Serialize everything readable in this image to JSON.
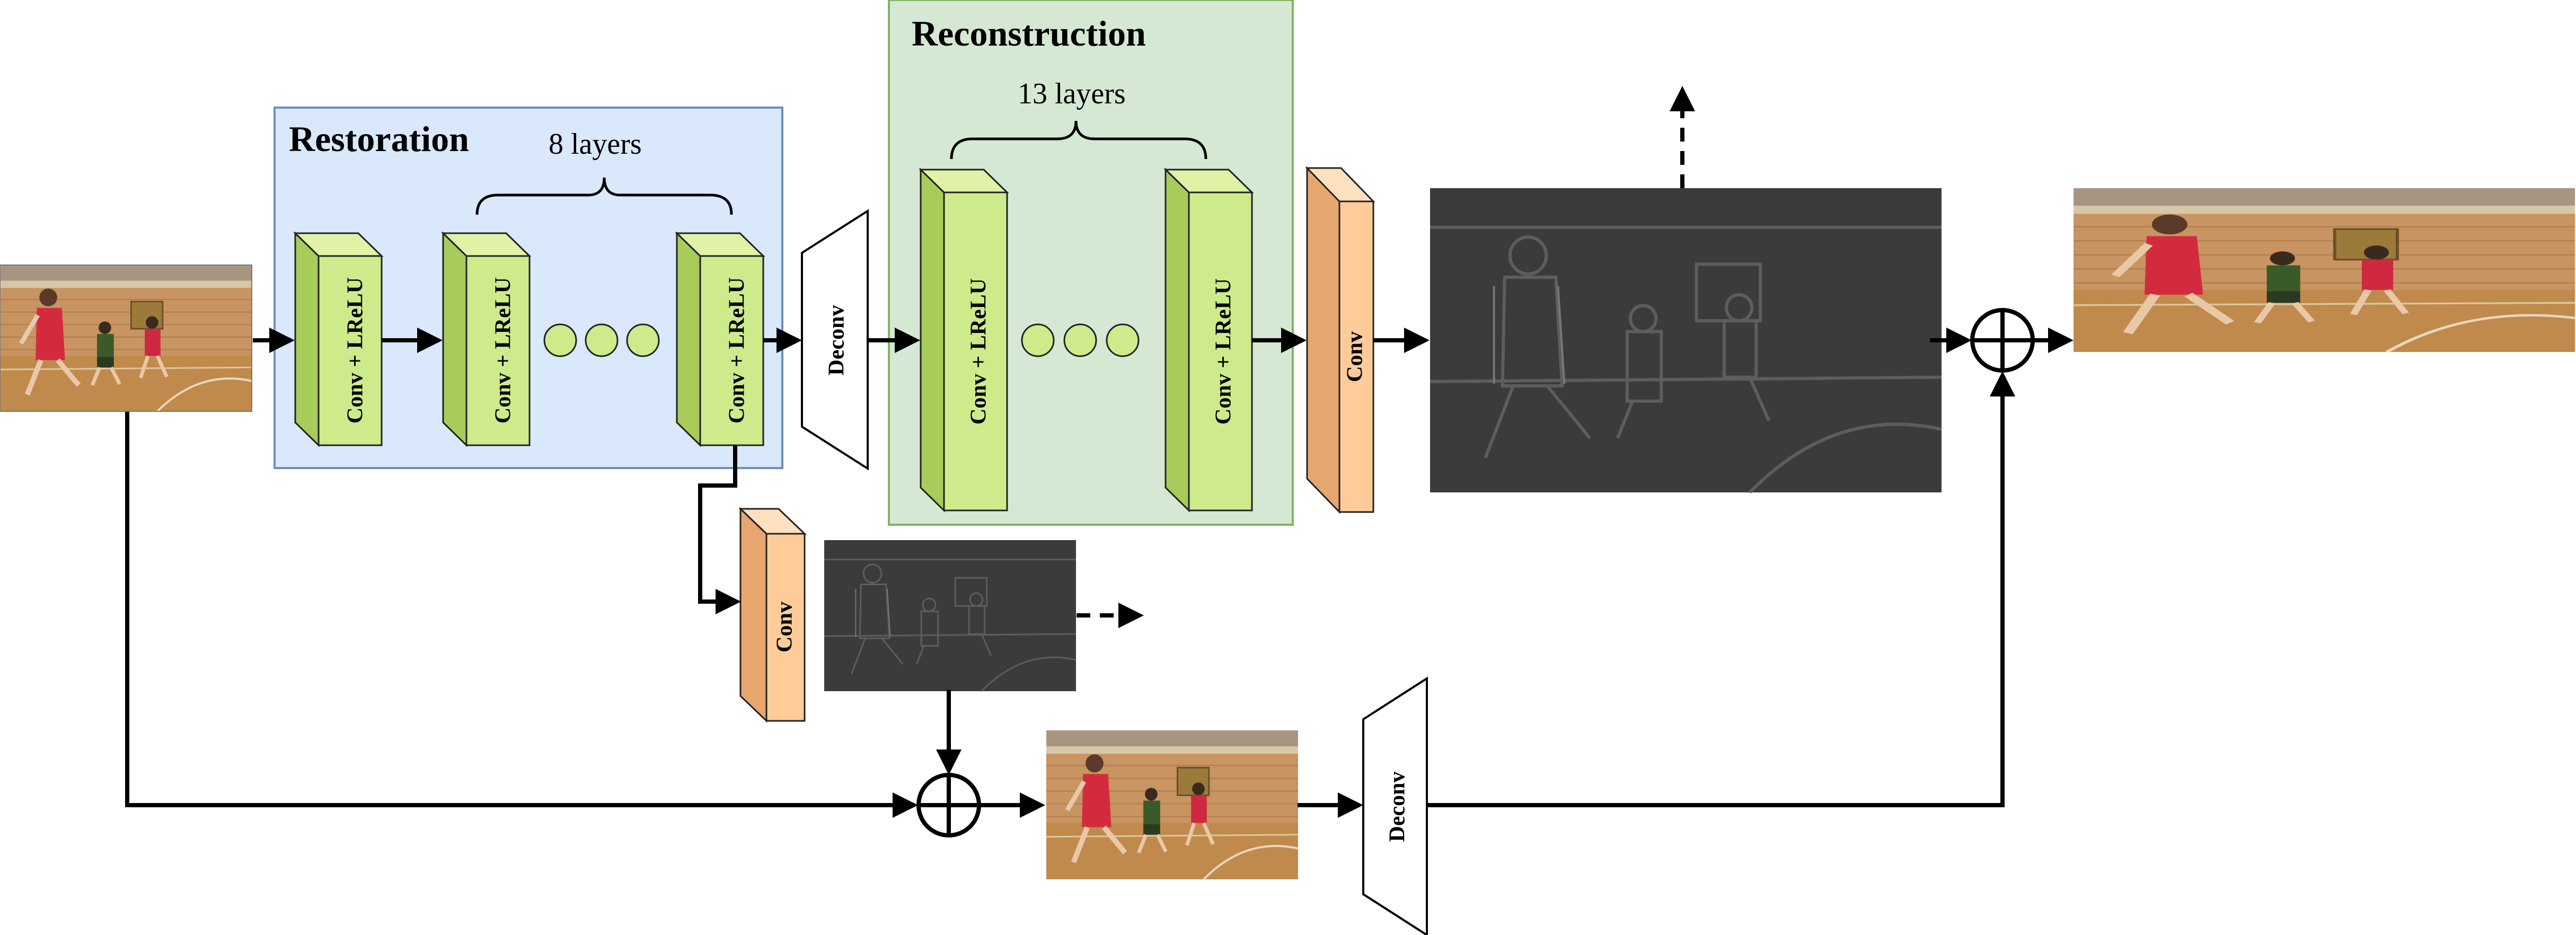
{
  "restoration": {
    "title": "Restoration",
    "layer_count": "8 layers",
    "block_label": "Conv + LReLU"
  },
  "reconstruction": {
    "title": "Reconstruction",
    "layer_count": "13 layers",
    "block_label": "Conv + LReLU"
  },
  "labels": {
    "deconv": "Deconv",
    "conv": "Conv"
  },
  "colors": {
    "restoration_panel": "#dae8fc",
    "restoration_border": "#6c8ebf",
    "reconstruction_panel": "#d5e8d4",
    "reconstruction_border": "#82b366",
    "conv_lrelu_front": "#cdeb8b",
    "conv_lrelu_side": "#a7cc5a",
    "conv_front": "#ffcc99",
    "conv_side": "#e8a66f",
    "ellipsis_dots": "#cdeb8b"
  },
  "icons": {
    "summation": "circle-plus-icon",
    "images": [
      "input-frame-image",
      "low-res-output-image",
      "upsampled-output-image",
      "residual-map-small-image",
      "residual-map-large-image",
      "final-output-image"
    ]
  }
}
